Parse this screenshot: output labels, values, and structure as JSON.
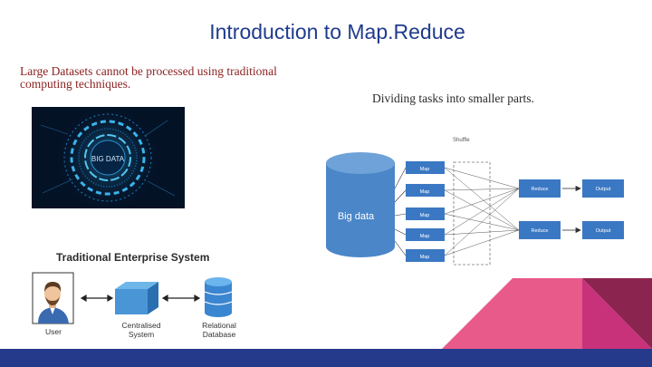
{
  "slide": {
    "title": "Introduction to Map.Reduce",
    "left_text": "Large Datasets cannot be processed using traditional computing techniques.",
    "right_text": "Dividing tasks into smaller parts."
  },
  "big_data_image": {
    "caption": "BIG DATA"
  },
  "traditional_system": {
    "title": "Traditional Enterprise System",
    "user_label": "User",
    "system_label_line1": "Centralised",
    "system_label_line2": "System",
    "db_label_line1": "Relational",
    "db_label_line2": "Database"
  },
  "mapreduce_diagram": {
    "shuffle_label": "Shuffle",
    "source_label": "Big data",
    "map_label": "Map",
    "reduce_label": "Reduce",
    "output_label": "Output",
    "map_count": 5
  },
  "colors": {
    "title": "#1f3b8c",
    "left_text": "#8a1f1f",
    "diagram_blue": "#3b78c3",
    "decor_pink": "#e85a8a",
    "decor_magenta": "#c8327a",
    "decor_maroon": "#8c2450",
    "bottom_bar": "#253a8a"
  }
}
